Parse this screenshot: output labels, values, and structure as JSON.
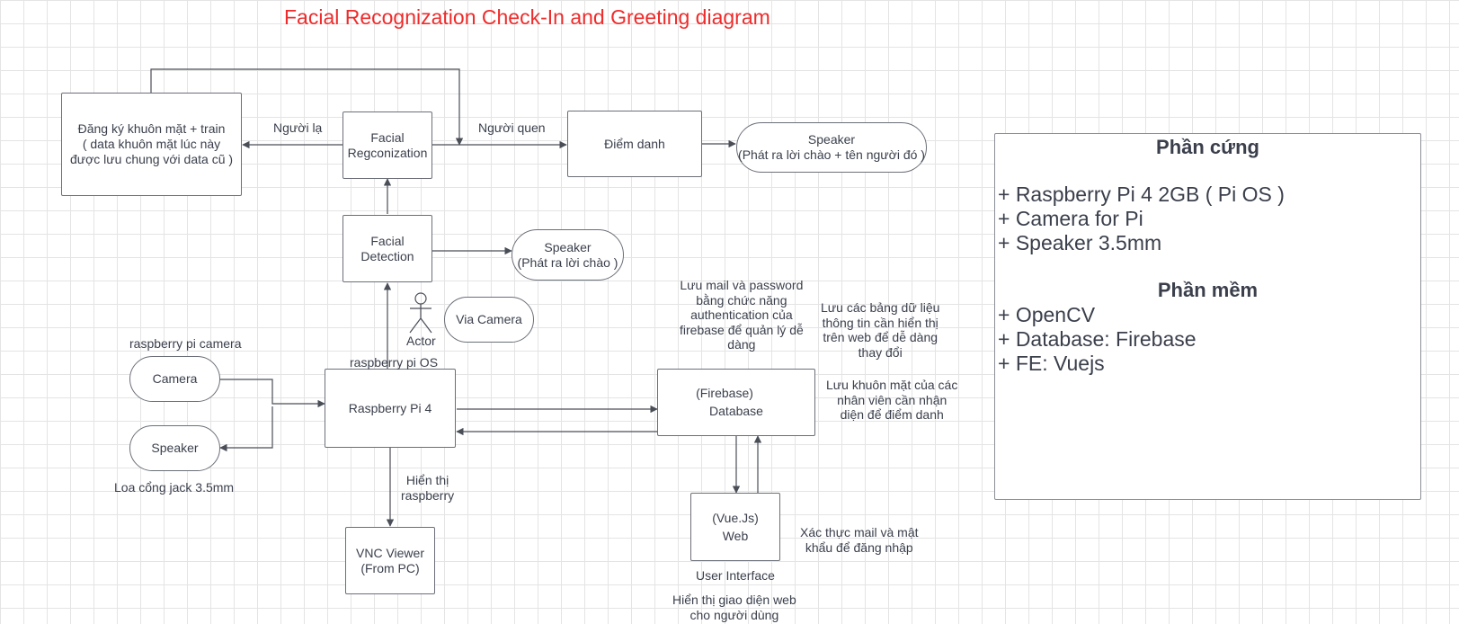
{
  "title": "Facial Recognization Check-In and Greeting diagram",
  "nodes": {
    "register": [
      "Đăng ký khuôn mặt + train",
      "( data khuôn mặt lúc này",
      "được lưu chung với data cũ )"
    ],
    "recognition": [
      "Facial",
      "Regconization"
    ],
    "attendance": "Điểm danh",
    "speaker_greet_name": [
      "Speaker",
      "(Phát ra lời chào + tên người đó )"
    ],
    "detection": [
      "Facial",
      "Detection"
    ],
    "speaker_greet": [
      "Speaker",
      "(Phát ra lời chào )"
    ],
    "via_camera": "Via Camera",
    "actor": "Actor",
    "camera": "Camera",
    "speaker": "Speaker",
    "raspberry": "Raspberry Pi 4",
    "database": [
      "(Firebase)",
      "Database"
    ],
    "web": [
      "(Vue.Js)",
      "Web"
    ],
    "vnc": [
      "VNC Viewer",
      "(From PC)"
    ]
  },
  "labels": {
    "stranger": "Người lạ",
    "acquaintance": "Người quen",
    "pi_camera": "raspberry pi camera",
    "pi_os": "raspberry pi OS",
    "speaker_jack": "Loa cổng jack 3.5mm",
    "display_raspberry": [
      "Hiển thị",
      "raspberry"
    ],
    "store_mail": [
      "Lưu mail và password",
      "bằng chức năng",
      "authentication của",
      "firebase để quản lý dễ",
      "dàng"
    ],
    "store_tables": [
      "Lưu các bảng dữ liệu",
      "thông tin cần hiển thị",
      "trên web để dễ dàng",
      "thay đổi"
    ],
    "store_faces": [
      "Lưu khuôn mặt của các",
      "nhân viên cần nhận",
      "diện để điểm danh"
    ],
    "verify_mail": [
      "Xác thực mail và mật",
      "khẩu để đăng nhập"
    ],
    "user_interface": "User Interface",
    "show_web": [
      "Hiển thị giao diện web",
      "cho người dùng"
    ]
  },
  "panel": {
    "hardware_title": "Phần cứng",
    "hardware": [
      "+ Raspberry Pi 4 2GB ( Pi OS )",
      "+ Camera for Pi",
      "+ Speaker 3.5mm"
    ],
    "software_title": "Phần mềm",
    "software": [
      "+ OpenCV",
      "+ Database: Firebase",
      "+ FE: Vuejs"
    ]
  },
  "colors": {
    "title": "#ef2b2b",
    "line": "#4a4e57",
    "grid": "#e4e4e4"
  }
}
